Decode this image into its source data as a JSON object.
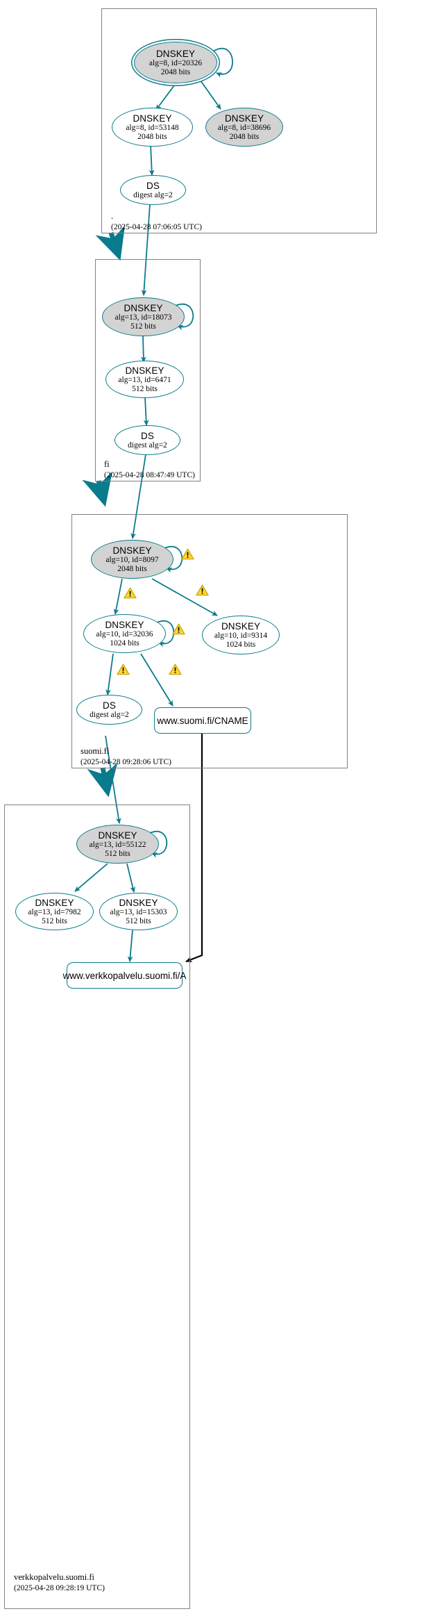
{
  "diagram": {
    "title": "DNSSEC authentication chain",
    "colors": {
      "edge": "#0a7b8c",
      "node_stroke": "#0a7b8c",
      "node_shaded_fill": "#d3d3d3",
      "node_fill": "#ffffff",
      "zone_border": "#808080",
      "warning_fill": "#ffd633",
      "warning_stroke": "#c8a200",
      "insecure_edge": "#000000"
    }
  },
  "zones": [
    {
      "id": "root",
      "name": ".",
      "timestamp": "(2025-04-28 07:06:05 UTC)",
      "nodes": [
        {
          "id": "root-ksk",
          "type": "DNSKEY",
          "line1": "DNSKEY",
          "line2": "alg=8, id=20326",
          "line3": "2048 bits",
          "alg": 8,
          "key_id": 20326,
          "bits": 2048,
          "shaded": true,
          "double_border": true,
          "self_sign": true
        },
        {
          "id": "root-zsk-53148",
          "type": "DNSKEY",
          "line1": "DNSKEY",
          "line2": "alg=8, id=53148",
          "line3": "2048 bits",
          "alg": 8,
          "key_id": 53148,
          "bits": 2048,
          "shaded": false,
          "double_border": false,
          "self_sign": false
        },
        {
          "id": "root-zsk-38696",
          "type": "DNSKEY",
          "line1": "DNSKEY",
          "line2": "alg=8, id=38696",
          "line3": "2048 bits",
          "alg": 8,
          "key_id": 38696,
          "bits": 2048,
          "shaded": true,
          "double_border": false,
          "self_sign": false
        },
        {
          "id": "root-ds",
          "type": "DS",
          "line1": "DS",
          "line2": "digest alg=2",
          "line3": "",
          "shaded": false,
          "double_border": false,
          "self_sign": false
        }
      ]
    },
    {
      "id": "fi",
      "name": "fi",
      "timestamp": "(2025-04-28 08:47:49 UTC)",
      "nodes": [
        {
          "id": "fi-ksk",
          "type": "DNSKEY",
          "line1": "DNSKEY",
          "line2": "alg=13, id=18073",
          "line3": "512 bits",
          "alg": 13,
          "key_id": 18073,
          "bits": 512,
          "shaded": true,
          "double_border": false,
          "self_sign": true
        },
        {
          "id": "fi-zsk-6471",
          "type": "DNSKEY",
          "line1": "DNSKEY",
          "line2": "alg=13, id=6471",
          "line3": "512 bits",
          "alg": 13,
          "key_id": 6471,
          "bits": 512,
          "shaded": false,
          "double_border": false,
          "self_sign": false
        },
        {
          "id": "fi-ds",
          "type": "DS",
          "line1": "DS",
          "line2": "digest alg=2",
          "line3": "",
          "shaded": false,
          "double_border": false,
          "self_sign": false
        }
      ]
    },
    {
      "id": "suomi-fi",
      "name": "suomi.fi",
      "timestamp": "(2025-04-28 09:28:06 UTC)",
      "nodes": [
        {
          "id": "suomi-ksk-8097",
          "type": "DNSKEY",
          "line1": "DNSKEY",
          "line2": "alg=10, id=8097",
          "line3": "2048 bits",
          "alg": 10,
          "key_id": 8097,
          "bits": 2048,
          "shaded": true,
          "double_border": false,
          "self_sign": true,
          "warning": true
        },
        {
          "id": "suomi-zsk-32036",
          "type": "DNSKEY",
          "line1": "DNSKEY",
          "line2": "alg=10, id=32036",
          "line3": "1024 bits",
          "alg": 10,
          "key_id": 32036,
          "bits": 1024,
          "shaded": false,
          "double_border": false,
          "self_sign": true,
          "warning": true
        },
        {
          "id": "suomi-zsk-9314",
          "type": "DNSKEY",
          "line1": "DNSKEY",
          "line2": "alg=10, id=9314",
          "line3": "1024 bits",
          "alg": 10,
          "key_id": 9314,
          "bits": 1024,
          "shaded": false,
          "double_border": false,
          "self_sign": false,
          "warning": false
        },
        {
          "id": "suomi-ds",
          "type": "DS",
          "line1": "DS",
          "line2": "digest alg=2",
          "line3": "",
          "shaded": false,
          "double_border": false,
          "self_sign": false
        },
        {
          "id": "suomi-cname",
          "type": "RR",
          "label": "www.suomi.fi/CNAME"
        }
      ]
    },
    {
      "id": "verkkopalvelu-suomi-fi",
      "name": "verkkopalvelu.suomi.fi",
      "timestamp": "(2025-04-28 09:28:19 UTC)",
      "nodes": [
        {
          "id": "verk-ksk-55122",
          "type": "DNSKEY",
          "line1": "DNSKEY",
          "line2": "alg=13, id=55122",
          "line3": "512 bits",
          "alg": 13,
          "key_id": 55122,
          "bits": 512,
          "shaded": true,
          "double_border": false,
          "self_sign": true
        },
        {
          "id": "verk-zsk-7982",
          "type": "DNSKEY",
          "line1": "DNSKEY",
          "line2": "alg=13, id=7982",
          "line3": "512 bits",
          "alg": 13,
          "key_id": 7982,
          "bits": 512,
          "shaded": false,
          "double_border": false,
          "self_sign": false
        },
        {
          "id": "verk-zsk-15303",
          "type": "DNSKEY",
          "line1": "DNSKEY",
          "line2": "alg=13, id=15303",
          "line3": "512 bits",
          "alg": 13,
          "key_id": 15303,
          "bits": 512,
          "shaded": false,
          "double_border": false,
          "self_sign": false
        },
        {
          "id": "verk-a",
          "type": "RR",
          "label": "www.verkkopalvelu.suomi.fi/A"
        }
      ]
    }
  ],
  "warning_icon": "warning-triangle"
}
